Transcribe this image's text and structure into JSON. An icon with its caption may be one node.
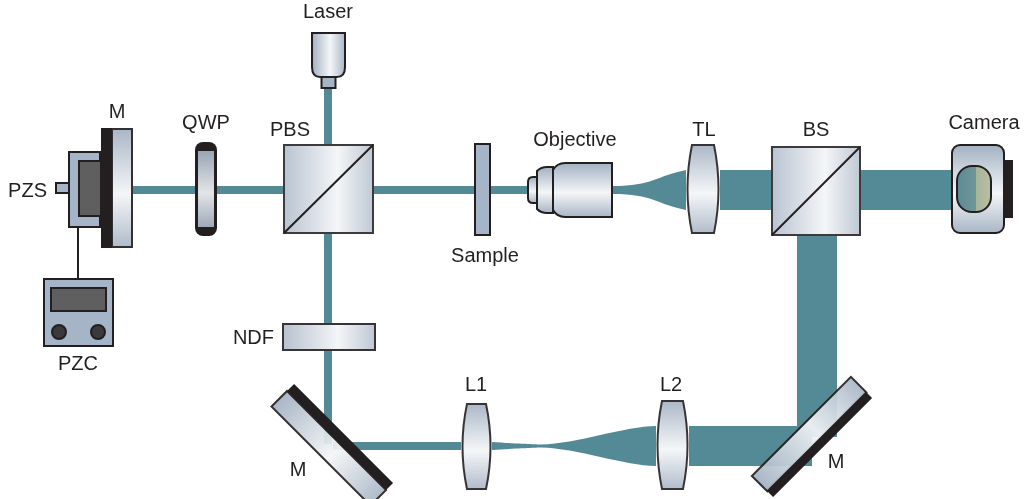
{
  "diagram": {
    "nodes": [
      {
        "text": [
          "Laser"
        ]
      },
      {
        "text": [
          "M"
        ]
      },
      {
        "text": [
          "PZS"
        ]
      },
      {
        "text": [
          "QWP"
        ]
      },
      {
        "text": [
          "PBS"
        ]
      },
      {
        "text": [
          "Sample"
        ]
      },
      {
        "text": [
          "Objective"
        ]
      },
      {
        "text": [
          "TL"
        ]
      },
      {
        "text": [
          "BS"
        ]
      },
      {
        "text": [
          "Camera"
        ]
      },
      {
        "text": [
          "PZC"
        ]
      },
      {
        "text": [
          "NDF"
        ]
      },
      {
        "text": [
          "M"
        ]
      },
      {
        "text": [
          "L1"
        ]
      },
      {
        "text": [
          "L2"
        ]
      },
      {
        "text": [
          "M"
        ]
      }
    ],
    "edges": [
      {
        "from": 0,
        "to": 4,
        "arrow": "none"
      },
      {
        "from": 4,
        "to": 3,
        "arrow": "none"
      },
      {
        "from": 3,
        "to": 1,
        "arrow": "none"
      },
      {
        "from": 4,
        "to": 5,
        "arrow": "none"
      },
      {
        "from": 5,
        "to": 6,
        "arrow": "none"
      },
      {
        "from": 6,
        "to": 7,
        "arrow": "none"
      },
      {
        "from": 7,
        "to": 8,
        "arrow": "none",
        "style": "thick"
      },
      {
        "from": 8,
        "to": 9,
        "arrow": "none",
        "style": "thick"
      },
      {
        "from": 4,
        "to": 11,
        "arrow": "none"
      },
      {
        "from": 11,
        "to": 12,
        "arrow": "none"
      },
      {
        "from": 12,
        "to": 13,
        "arrow": "none"
      },
      {
        "from": 13,
        "to": 14,
        "arrow": "none"
      },
      {
        "from": 14,
        "to": 15,
        "arrow": "none",
        "style": "thick"
      },
      {
        "from": 15,
        "to": 8,
        "arrow": "none",
        "style": "thick"
      },
      {
        "from": 2,
        "to": 10,
        "arrow": "none",
        "color": "#231f20"
      }
    ]
  }
}
